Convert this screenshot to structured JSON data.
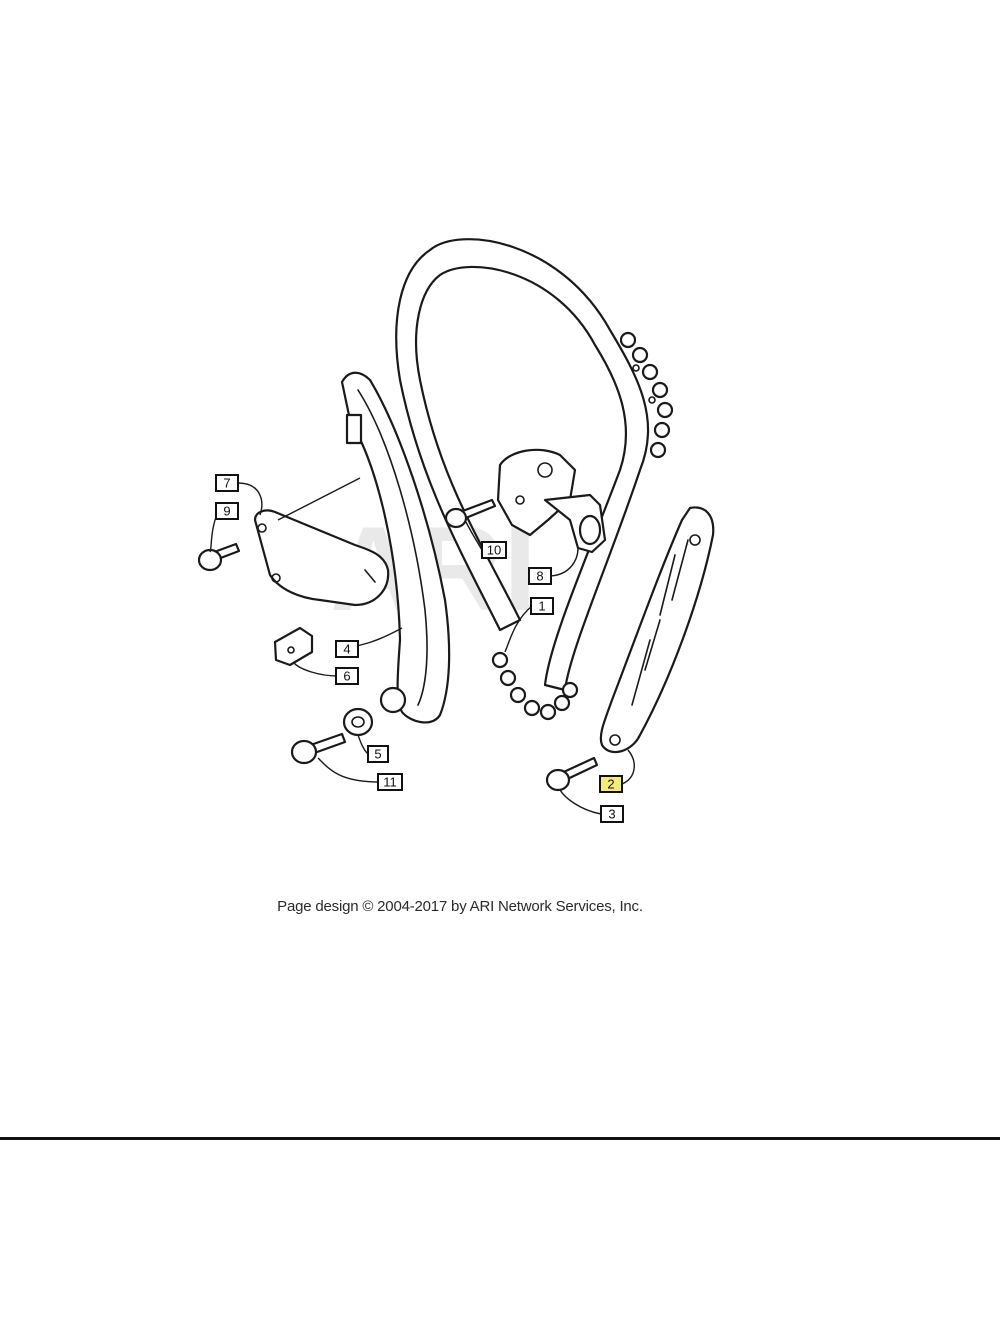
{
  "watermark": "ARI",
  "callouts": [
    {
      "id": "1",
      "label": "1"
    },
    {
      "id": "2",
      "label": "2"
    },
    {
      "id": "3",
      "label": "3"
    },
    {
      "id": "4",
      "label": "4"
    },
    {
      "id": "5",
      "label": "5"
    },
    {
      "id": "6",
      "label": "6"
    },
    {
      "id": "7",
      "label": "7"
    },
    {
      "id": "8",
      "label": "8"
    },
    {
      "id": "9",
      "label": "9"
    },
    {
      "id": "10",
      "label": "10"
    },
    {
      "id": "11",
      "label": "11"
    }
  ],
  "highlighted_callout": "2",
  "colors": {
    "highlight": "#f3ec7a",
    "line": "#1a1a1a",
    "watermark": "#e9e9e9"
  },
  "footer": {
    "credit": "Page design © 2004-2017 by ARI Network Services, Inc."
  }
}
